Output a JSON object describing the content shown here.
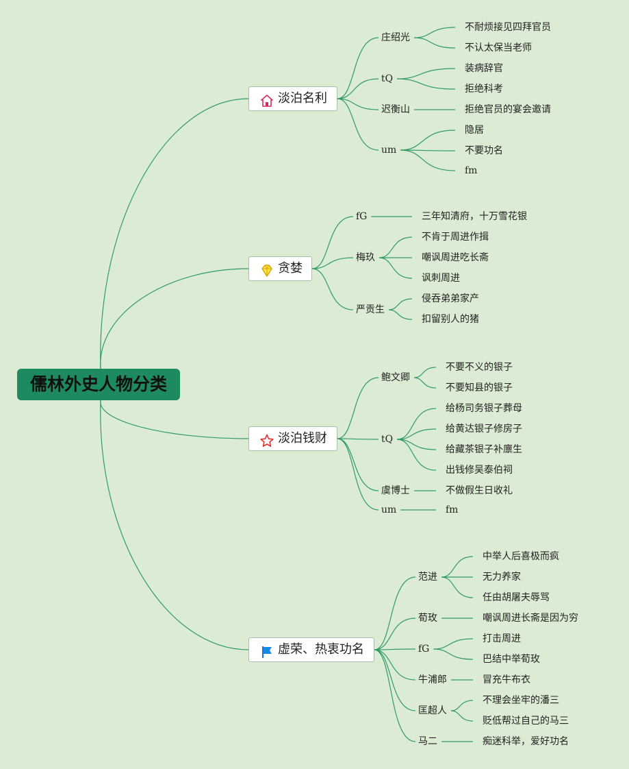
{
  "title": "儒林外史人物分类",
  "colors": {
    "background": "#dcebd3",
    "root_fill": "#1e8a5f",
    "line": "#2f9a67",
    "topic_border": "#a6bfaa"
  },
  "branches": [
    {
      "label": "淡泊名利",
      "icon": "home-icon",
      "children": [
        {
          "label": "庄绍光",
          "items": [
            "不耐烦接见四拜官员",
            "不认太保当老师"
          ]
        },
        {
          "label": "tQ",
          "items": [
            "装病辞官",
            "拒绝科考"
          ]
        },
        {
          "label": "迟衡山",
          "items": [
            "拒绝官员的宴会邀请"
          ]
        },
        {
          "label": "um",
          "items": [
            "隐居",
            "不要功名",
            "fm"
          ]
        }
      ]
    },
    {
      "label": "贪婪",
      "icon": "diamond-icon",
      "children": [
        {
          "label": "fG",
          "items": [
            "三年知清府，十万雪花银"
          ]
        },
        {
          "label": "梅玖",
          "items": [
            "不肯于周进作揖",
            "嘲讽周进吃长斋",
            "讽刺周进"
          ]
        },
        {
          "label": "严贡生",
          "items": [
            "侵吞弟弟家产",
            "扣留别人的猪"
          ]
        }
      ]
    },
    {
      "label": "淡泊钱财",
      "icon": "star-icon",
      "children": [
        {
          "label": "鲍文卿",
          "items": [
            "不要不义的银子",
            "不要知县的银子"
          ]
        },
        {
          "label": "tQ",
          "items": [
            "给杨司务银子葬母",
            "给黄达银子修房子",
            "给藏茶银子补廪生",
            "出钱修吴泰伯祠"
          ]
        },
        {
          "label": "虞博士",
          "items": [
            "不做假生日收礼"
          ]
        },
        {
          "label": "um",
          "items": [
            "fm"
          ]
        }
      ]
    },
    {
      "label": "虚荣、热衷功名",
      "icon": "flag-icon",
      "children": [
        {
          "label": "范进",
          "items": [
            "中举人后喜极而疯",
            "无力养家",
            "任由胡屠夫辱骂"
          ]
        },
        {
          "label": "荀玫",
          "items": [
            "嘲讽周进长斋是因为穷"
          ]
        },
        {
          "label": "fG",
          "items": [
            "打击周进",
            "巴结中举荀玫"
          ]
        },
        {
          "label": "牛浦郎",
          "items": [
            "冒充牛布衣"
          ]
        },
        {
          "label": "匡超人",
          "items": [
            "不理会坐牢的潘三",
            "贬低帮过自己的马三"
          ]
        },
        {
          "label": "马二",
          "items": [
            "痴迷科举，爱好功名"
          ]
        }
      ]
    }
  ]
}
